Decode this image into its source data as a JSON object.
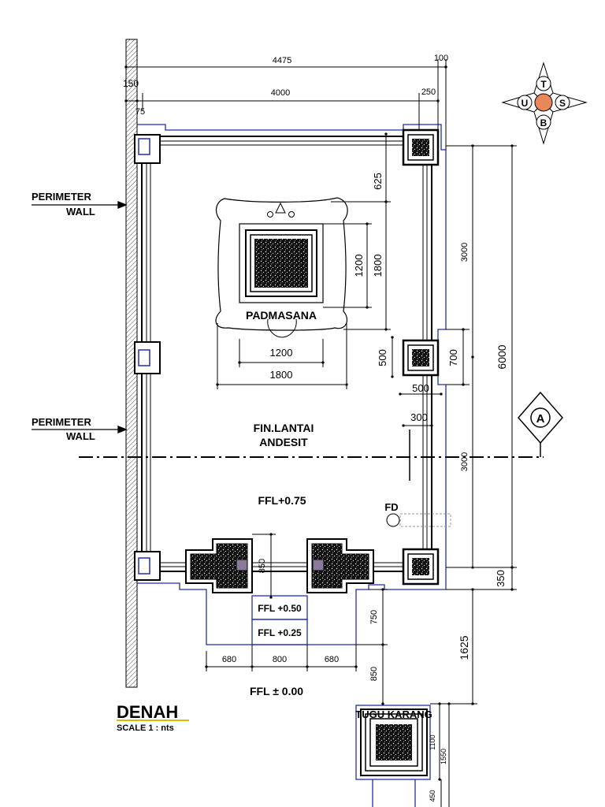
{
  "compass": {
    "north": "U",
    "south": "S",
    "east": "T",
    "west": "B"
  },
  "labels": {
    "perimeter_wall_top_1": "PERIMETER",
    "perimeter_wall_top_2": "WALL",
    "perimeter_wall_mid_1": "PERIMETER",
    "perimeter_wall_mid_2": "WALL",
    "padmasana": "PADMASANA",
    "floor_1": "FIN.LANTAI",
    "floor_2": "ANDESIT",
    "ffl_main": "FFL+0.75",
    "ffl_step1": "FFL +0.50",
    "ffl_step2": "FFL +0.25",
    "ffl_ground": "FFL ± 0.00",
    "fd": "FD",
    "tugu": "TUGU KARANG",
    "section_mark": "A",
    "title": "DENAH",
    "scale": "SCALE 1 : nts"
  },
  "dimensions": {
    "d4475": "4475",
    "d100": "100",
    "d150": "150",
    "d4000": "4000",
    "d250": "250",
    "d75": "75",
    "d625": "625",
    "d1200v": "1200",
    "d1800v": "1800",
    "d1200h": "1200",
    "d1800h": "1800",
    "d500a": "500",
    "d700": "700",
    "d500b": "500",
    "d300": "300",
    "d3000a": "3000",
    "d3000b": "3000",
    "d6000": "6000",
    "d350": "350",
    "d1625": "1625",
    "d850a": "850",
    "d750": "750",
    "d850b": "850",
    "d680a": "680",
    "d800": "800",
    "d680b": "680",
    "d1100": "1100",
    "d1550": "1550",
    "d450": "450"
  },
  "colors": {
    "line": "#000000",
    "outline": "#1f2fa8",
    "compass_center": "#e8875a",
    "title_underline": "#e0b800"
  }
}
